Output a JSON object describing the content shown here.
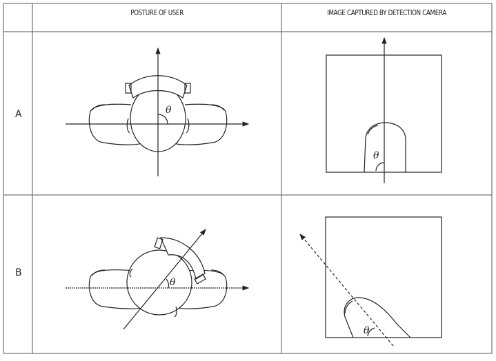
{
  "table": {
    "headers": [
      "POSTURE OF USER",
      "IMAGE CAPTURED BY DETECTION CAMERA"
    ],
    "rows": [
      {
        "label": "A",
        "angle_symbol": "θ"
      },
      {
        "label": "B",
        "angle_symbol": "θ"
      }
    ]
  }
}
